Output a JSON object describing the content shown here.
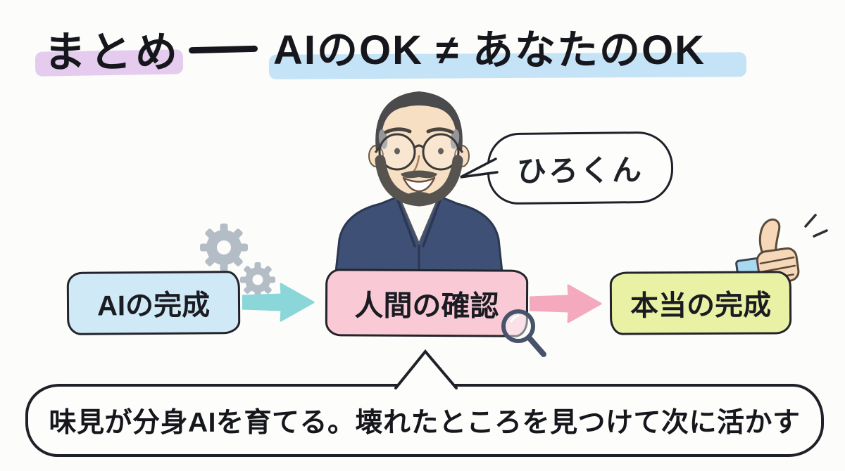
{
  "title": {
    "word": "まとめ",
    "rest": "AIのOK ≠ あなたのOK"
  },
  "character": {
    "name_bubble": "ひろくん"
  },
  "flow": {
    "steps": [
      {
        "id": "ai-complete",
        "label": "AIの完成"
      },
      {
        "id": "human-check",
        "label": "人間の確認"
      },
      {
        "id": "true-complete",
        "label": "本当の完成"
      }
    ]
  },
  "footer": {
    "note": "味見が分身AIを育てる。壊れたところを見つけて次に活かす"
  },
  "colors": {
    "background": "#fcfcfa",
    "ink": "#1f2128",
    "title_highlight_left": "#e3c8ee",
    "title_highlight_right": "#c2e2f6",
    "step_ai_complete": "#cfe9f6",
    "step_human_check": "#f9cad6",
    "step_true_complete": "#e9f2a4",
    "arrow_teal": "#8ad6d8",
    "arrow_pink": "#f4a9bf",
    "gear_gray": "#b4bdc6",
    "suit_navy": "#3e5076"
  },
  "icons": {
    "gears": "gears-icon",
    "magnifier": "magnifier-icon",
    "thumbs_up": "thumbs-up-icon",
    "arrows": "arrow-right-icon"
  }
}
